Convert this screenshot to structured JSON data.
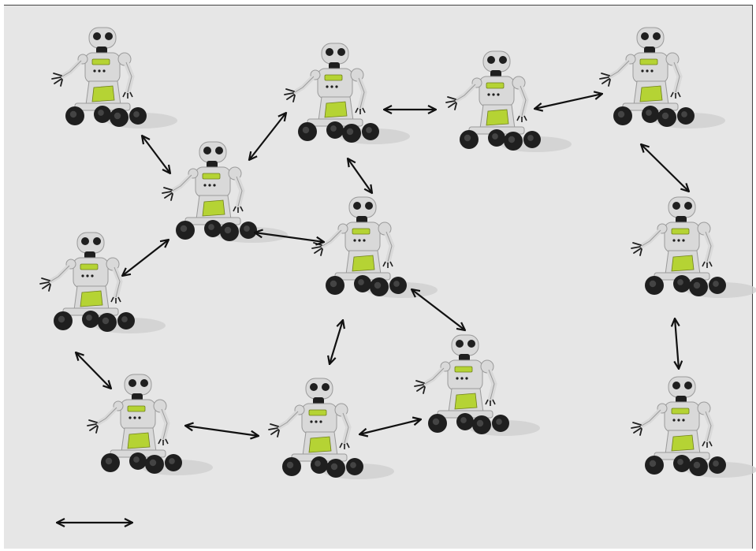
{
  "diagram": {
    "background": "#e6e6e6",
    "arrow_color": "#111111",
    "robot_colors": {
      "body": "#d9d9d9",
      "body_shade": "#9a9a9a",
      "dark": "#1f1f1f",
      "accent": "#b5d334",
      "shadow": "#cfcfcf"
    },
    "nodes": [
      {
        "id": "r1",
        "icon": "robot-icon"
      },
      {
        "id": "r2",
        "icon": "robot-icon"
      },
      {
        "id": "r3",
        "icon": "robot-icon"
      },
      {
        "id": "r4",
        "icon": "robot-icon"
      },
      {
        "id": "r5",
        "icon": "robot-icon"
      },
      {
        "id": "r6",
        "icon": "robot-icon"
      },
      {
        "id": "r7",
        "icon": "robot-icon"
      },
      {
        "id": "r8",
        "icon": "robot-icon"
      },
      {
        "id": "r9",
        "icon": "robot-icon"
      },
      {
        "id": "r10",
        "icon": "robot-icon"
      },
      {
        "id": "r11",
        "icon": "robot-icon"
      },
      {
        "id": "r12",
        "icon": "robot-icon"
      },
      {
        "id": "r13",
        "icon": "robot-icon"
      }
    ],
    "links": [
      {
        "from": "r1",
        "to": "r5",
        "type": "bidirectional"
      },
      {
        "from": "r5",
        "to": "r2",
        "type": "bidirectional"
      },
      {
        "from": "r2",
        "to": "r3",
        "type": "bidirectional"
      },
      {
        "from": "r3",
        "to": "r4",
        "type": "bidirectional"
      },
      {
        "from": "r4",
        "to": "r8",
        "type": "bidirectional"
      },
      {
        "from": "r2",
        "to": "r6",
        "type": "bidirectional"
      },
      {
        "from": "r5",
        "to": "r6",
        "type": "bidirectional"
      },
      {
        "from": "r5",
        "to": "r7",
        "type": "bidirectional"
      },
      {
        "from": "r7",
        "to": "r9",
        "type": "bidirectional"
      },
      {
        "from": "r9",
        "to": "r10",
        "type": "bidirectional"
      },
      {
        "from": "r10",
        "to": "r6",
        "type": "bidirectional"
      },
      {
        "from": "r6",
        "to": "r11",
        "type": "bidirectional"
      },
      {
        "from": "r10",
        "to": "r11",
        "type": "bidirectional"
      },
      {
        "from": "r8",
        "to": "r12",
        "type": "bidirectional"
      },
      {
        "from": "r12",
        "to": "r13",
        "type": "bidirectional"
      }
    ],
    "legend": {
      "icon": "double-arrow-icon"
    }
  }
}
